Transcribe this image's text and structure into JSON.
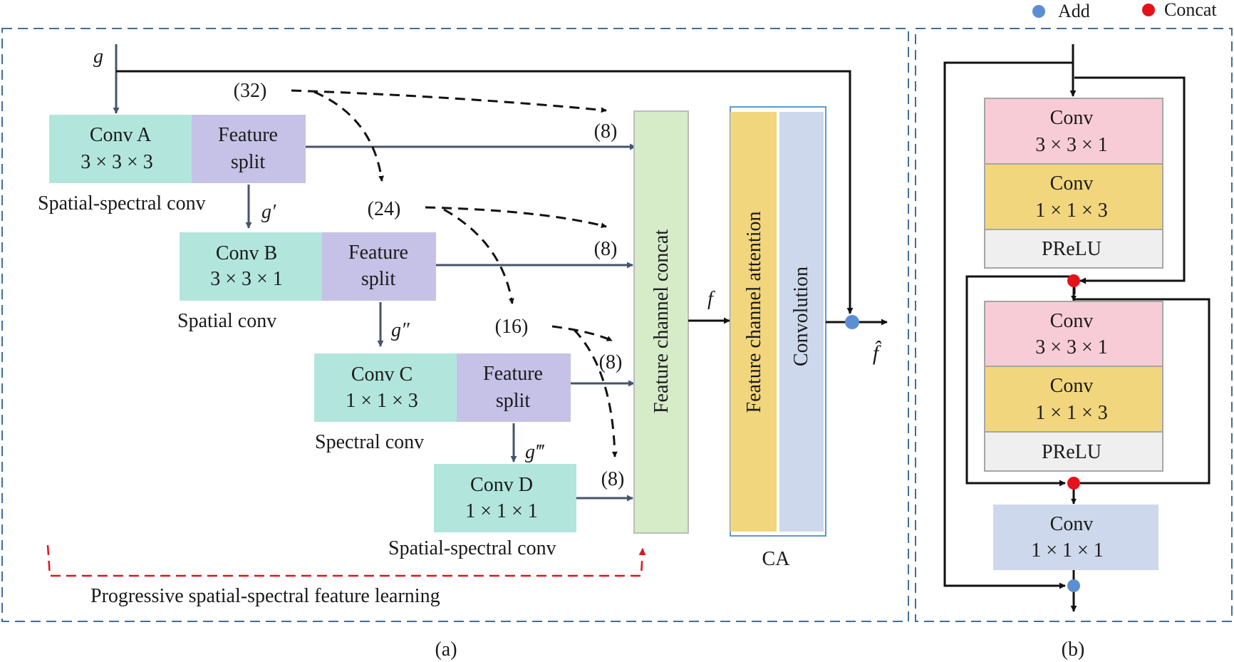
{
  "legend": {
    "add_label": "Add",
    "concat_label": "Concat"
  },
  "colors": {
    "frame": "#3f6f9a",
    "conv_teal": "#b2e6dc",
    "feature_split": "#c6c1e6",
    "concat_green": "#d6ecc9",
    "attention_yellow": "#f2d67e",
    "conv_blue": "#cdd8ec",
    "conv_pink": "#f8ccd6",
    "prelu_gray": "#efefef",
    "arrow_slate": "#44546a",
    "add_dot": "#5b8fd0",
    "concat_dot": "#e5121c",
    "progressive_red": "#e5121c"
  },
  "panel_a": {
    "input_label": "g",
    "split_counts": [
      "(32)",
      "(24)",
      "(16)"
    ],
    "branch_counts": [
      "(8)",
      "(8)",
      "(8)",
      "(8)"
    ],
    "blocks": [
      {
        "conv_name": "Conv A",
        "conv_kernel": "3 × 3 × 3",
        "split_label_1": "Feature",
        "split_label_2": "split",
        "caption": "Spatial-spectral conv",
        "out_label": "g′"
      },
      {
        "conv_name": "Conv B",
        "conv_kernel": "3 × 3 × 1",
        "split_label_1": "Feature",
        "split_label_2": "split",
        "caption": "Spatial conv",
        "out_label": "g″"
      },
      {
        "conv_name": "Conv C",
        "conv_kernel": "1 × 1 × 3",
        "split_label_1": "Feature",
        "split_label_2": "split",
        "caption": "Spectral conv",
        "out_label": "g‴"
      },
      {
        "conv_name": "Conv D",
        "conv_kernel": "1 × 1 × 1",
        "caption": "Spatial-spectral conv"
      }
    ],
    "concat_label": "Feature channel concat",
    "f_label": "f",
    "attention_label": "Feature channel attention",
    "convolution_label": "Convolution",
    "ca_label": "CA",
    "output_label": "f̂",
    "progressive_label": "Progressive spatial-spectral feature learning",
    "panel_caption": "(a)"
  },
  "panel_b": {
    "groups": [
      {
        "conv1_name": "Conv",
        "conv1_kernel": "3 × 3 × 1",
        "conv2_name": "Conv",
        "conv2_kernel": "1 × 1 × 3",
        "act": "PReLU"
      },
      {
        "conv1_name": "Conv",
        "conv1_kernel": "3 × 3 × 1",
        "conv2_name": "Conv",
        "conv2_kernel": "1 × 1 × 3",
        "act": "PReLU"
      }
    ],
    "final_conv_name": "Conv",
    "final_conv_kernel": "1 × 1 × 1",
    "panel_caption": "(b)"
  }
}
